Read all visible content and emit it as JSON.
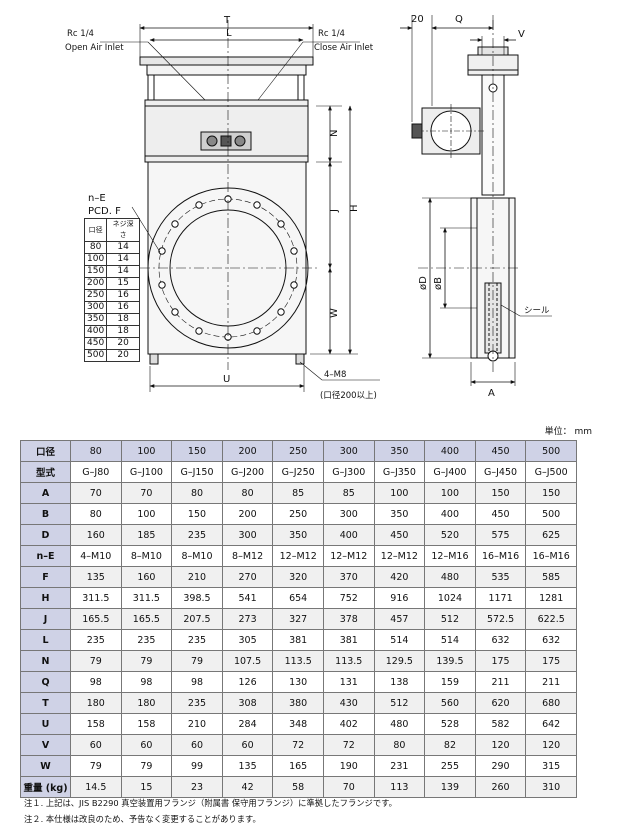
{
  "drawing": {
    "front": {
      "dim_T": "T",
      "dim_L": "L",
      "rc_left": "Rc 1/4",
      "open_air_inlet": "Open Air Inlet",
      "rc_right": "Rc 1/4",
      "close_air_inlet": "Close Air Inlet",
      "dim_N": "N",
      "dim_J": "J",
      "dim_H": "H",
      "dim_W": "W",
      "dim_U": "U",
      "n_e": "n–E",
      "pcd_f": "PCD. F",
      "bolt_note": "4–M8",
      "bolt_note_sub": "(口径200以上)"
    },
    "side": {
      "dim_20": "20",
      "dim_Q": "Q",
      "dim_V": "V",
      "dim_D": "øD",
      "dim_B": "øB",
      "seal": "シール",
      "dim_A": "A"
    },
    "thread_table": {
      "headers": [
        "口径",
        "ネジ深さ"
      ],
      "rows": [
        [
          "80",
          "14"
        ],
        [
          "100",
          "14"
        ],
        [
          "150",
          "14"
        ],
        [
          "200",
          "15"
        ],
        [
          "250",
          "16"
        ],
        [
          "300",
          "16"
        ],
        [
          "350",
          "18"
        ],
        [
          "400",
          "18"
        ],
        [
          "450",
          "20"
        ],
        [
          "500",
          "20"
        ]
      ]
    }
  },
  "unit_label": "単位： mm",
  "spec_table": {
    "header_label": "口径",
    "sizes": [
      "80",
      "100",
      "150",
      "200",
      "250",
      "300",
      "350",
      "400",
      "450",
      "500"
    ],
    "rows": [
      {
        "label": "型式",
        "values": [
          "G–J80",
          "G–J100",
          "G–J150",
          "G–J200",
          "G–J250",
          "G–J300",
          "G–J350",
          "G–J400",
          "G–J450",
          "G–J500"
        ]
      },
      {
        "label": "A",
        "values": [
          "70",
          "70",
          "80",
          "80",
          "85",
          "85",
          "100",
          "100",
          "150",
          "150"
        ]
      },
      {
        "label": "B",
        "values": [
          "80",
          "100",
          "150",
          "200",
          "250",
          "300",
          "350",
          "400",
          "450",
          "500"
        ]
      },
      {
        "label": "D",
        "values": [
          "160",
          "185",
          "235",
          "300",
          "350",
          "400",
          "450",
          "520",
          "575",
          "625"
        ]
      },
      {
        "label": "n–E",
        "values": [
          "4–M10",
          "8–M10",
          "8–M10",
          "8–M12",
          "12–M12",
          "12–M12",
          "12–M12",
          "12–M16",
          "16–M16",
          "16–M16"
        ]
      },
      {
        "label": "F",
        "values": [
          "135",
          "160",
          "210",
          "270",
          "320",
          "370",
          "420",
          "480",
          "535",
          "585"
        ]
      },
      {
        "label": "H",
        "values": [
          "311.5",
          "311.5",
          "398.5",
          "541",
          "654",
          "752",
          "916",
          "1024",
          "1171",
          "1281"
        ]
      },
      {
        "label": "J",
        "values": [
          "165.5",
          "165.5",
          "207.5",
          "273",
          "327",
          "378",
          "457",
          "512",
          "572.5",
          "622.5"
        ]
      },
      {
        "label": "L",
        "values": [
          "235",
          "235",
          "235",
          "305",
          "381",
          "381",
          "514",
          "514",
          "632",
          "632"
        ]
      },
      {
        "label": "N",
        "values": [
          "79",
          "79",
          "79",
          "107.5",
          "113.5",
          "113.5",
          "129.5",
          "139.5",
          "175",
          "175"
        ]
      },
      {
        "label": "Q",
        "values": [
          "98",
          "98",
          "98",
          "126",
          "130",
          "131",
          "138",
          "159",
          "211",
          "211"
        ]
      },
      {
        "label": "T",
        "values": [
          "180",
          "180",
          "235",
          "308",
          "380",
          "430",
          "512",
          "560",
          "620",
          "680"
        ]
      },
      {
        "label": "U",
        "values": [
          "158",
          "158",
          "210",
          "284",
          "348",
          "402",
          "480",
          "528",
          "582",
          "642"
        ]
      },
      {
        "label": "V",
        "values": [
          "60",
          "60",
          "60",
          "60",
          "72",
          "72",
          "80",
          "82",
          "120",
          "120"
        ]
      },
      {
        "label": "W",
        "values": [
          "79",
          "79",
          "99",
          "135",
          "165",
          "190",
          "231",
          "255",
          "290",
          "315"
        ]
      },
      {
        "label": "重量 (kg)",
        "values": [
          "14.5",
          "15",
          "23",
          "42",
          "58",
          "70",
          "113",
          "139",
          "260",
          "310"
        ]
      }
    ]
  },
  "notes": [
    "注１. 上記は、JIS B2290 真空装置用フランジ（附属書 保守用フランジ）に準拠したフランジです。",
    "注２. 本仕様は改良のため、予告なく変更することがあります。"
  ]
}
